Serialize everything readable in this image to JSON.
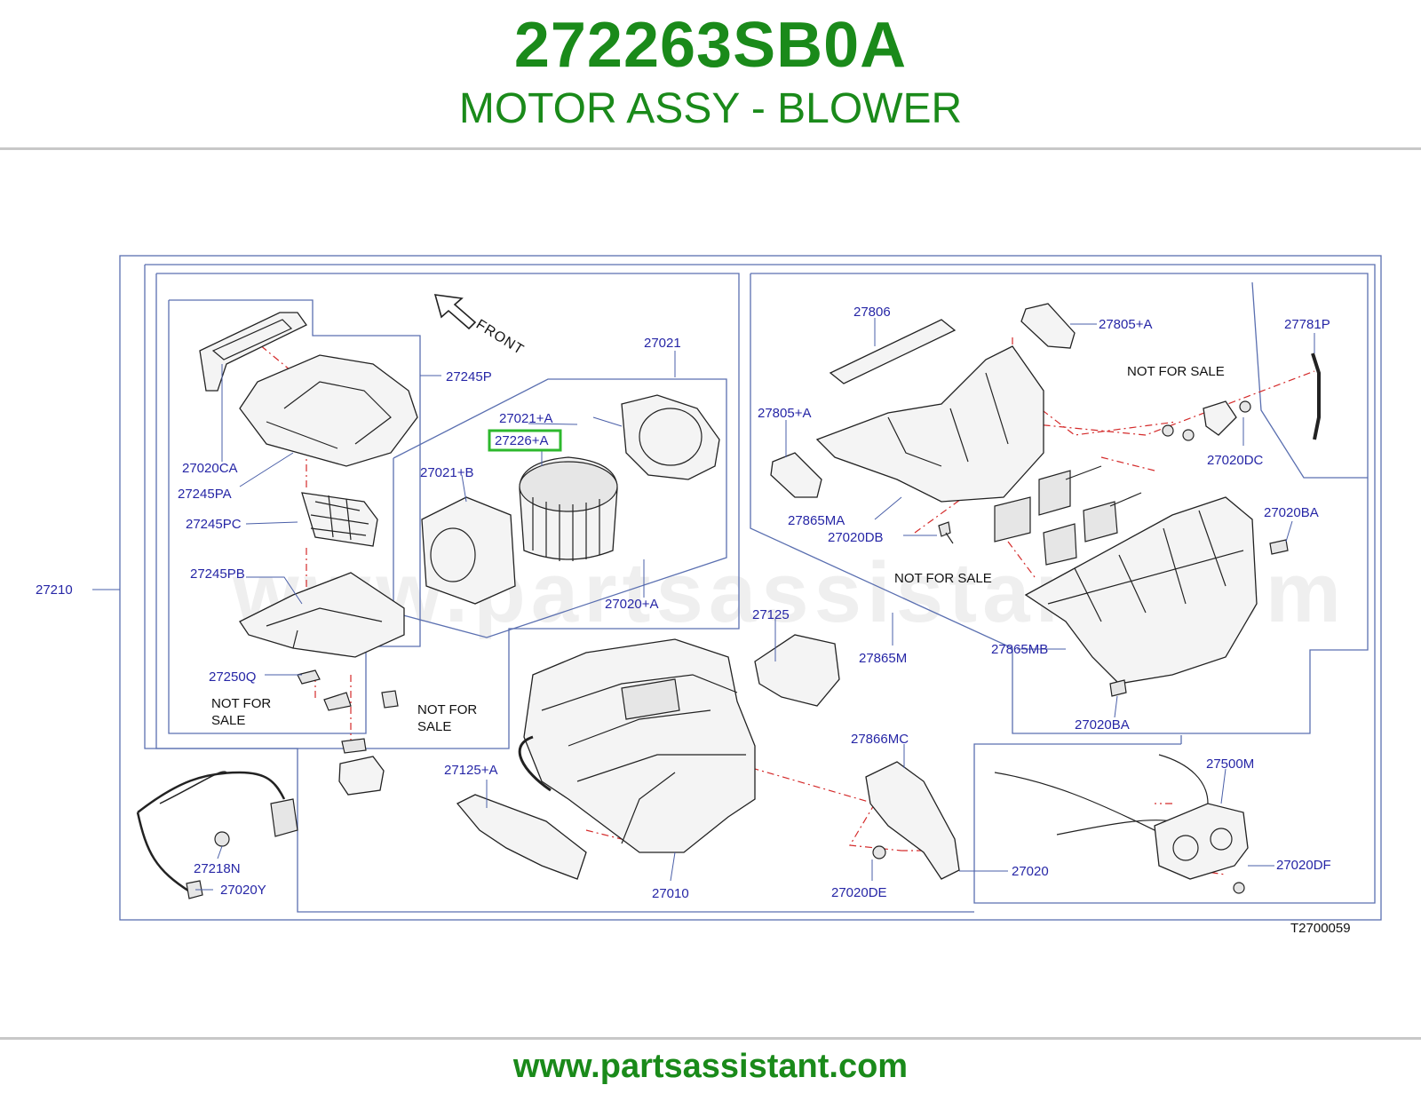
{
  "header": {
    "part_number": "272263SB0A",
    "part_name": "MOTOR ASSY - BLOWER"
  },
  "diagram": {
    "watermark": "www.partsassistant.com",
    "front_label": "FRONT",
    "drawing_code": "T2700059",
    "highlighted_callout": "27226+A",
    "callouts": {
      "c27210": "27210",
      "c27245P": "27245P",
      "c27020CA": "27020CA",
      "c27245PA": "27245PA",
      "c27245PC": "27245PC",
      "c27245PB": "27245PB",
      "c27250Q": "27250Q",
      "c27021": "27021",
      "c27021A": "27021+A",
      "c27226A": "27226+A",
      "c27021B": "27021+B",
      "c27020A": "27020+A",
      "c27806": "27806",
      "c27805A_top": "27805+A",
      "c27805A_left": "27805+A",
      "c27781P": "27781P",
      "c27020DC": "27020DC",
      "c27865MA": "27865MA",
      "c27020DB": "27020DB",
      "c27020BA_right": "27020BA",
      "c27125": "27125",
      "c27865M": "27865M",
      "c27865MB": "27865MB",
      "c27020BA_bottom": "27020BA",
      "c27866MC": "27866MC",
      "c27500M": "27500M",
      "c27125A": "27125+A",
      "c27020DF": "27020DF",
      "c27020": "27020",
      "c27010": "27010",
      "c27020DE": "27020DE",
      "c27218N": "27218N",
      "c27020Y": "27020Y"
    },
    "nfs": {
      "nfs1_line1": "NOT   FOR",
      "nfs1_line2": "SALE",
      "nfs2_line1": "NOT   FOR",
      "nfs2_line2": "SALE",
      "nfs3": "NOT   FOR   SALE",
      "nfs4": "NOT   FOR   SALE"
    }
  },
  "footer": {
    "url": "www.partsassistant.com"
  },
  "colors": {
    "brand_green": "#1a8a1a",
    "callout_blue": "#2626a6",
    "frame_blue": "#5a6fb0",
    "highlight_green": "#2db82d",
    "dash_red": "#d42a2a"
  }
}
